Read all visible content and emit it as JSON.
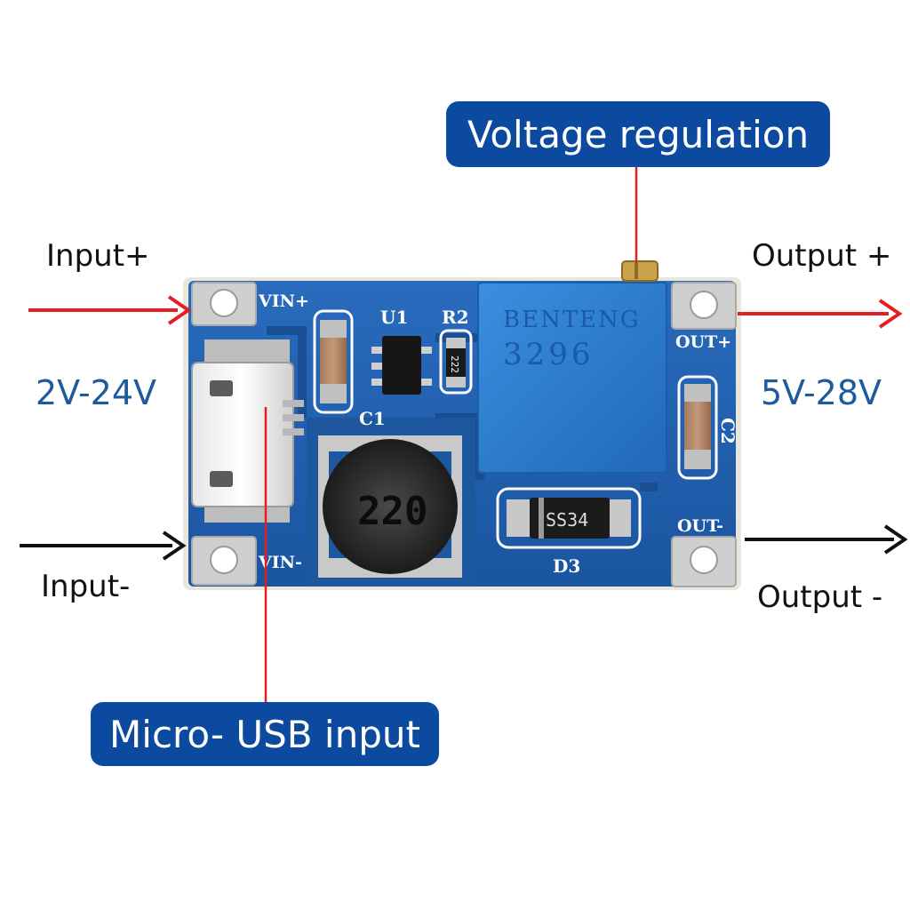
{
  "labels": {
    "input_plus": "Input+",
    "input_minus": "Input-",
    "output_plus": "Output +",
    "output_minus": "Output -",
    "input_range": "2V-24V",
    "output_range": "5V-28V",
    "voltage_regulation": "Voltage regulation",
    "micro_usb": "Micro- USB input"
  },
  "board": {
    "pad_vin_plus": "VIN+",
    "pad_vin_minus": "VIN-",
    "pad_out_plus": "OUT+",
    "pad_out_minus": "OUT-",
    "ref_u1": "U1",
    "ref_r2": "R2",
    "ref_c1": "C1",
    "ref_c2": "C2",
    "ref_d3": "D3",
    "resistor_code": "222",
    "inductor_code": "220",
    "diode_code": "SS34",
    "pot_brand": "BENTENG",
    "pot_model": "3296"
  },
  "colors": {
    "pcb": "#1f5fae",
    "pcb_dark": "#154a8c",
    "pad": "#c9c9c9",
    "callout": "#0b4a9e",
    "range_text": "#1e5aa0",
    "arrow_positive": "#e31e24",
    "arrow_negative": "#111111",
    "pot_body": "#2c7fd1"
  }
}
